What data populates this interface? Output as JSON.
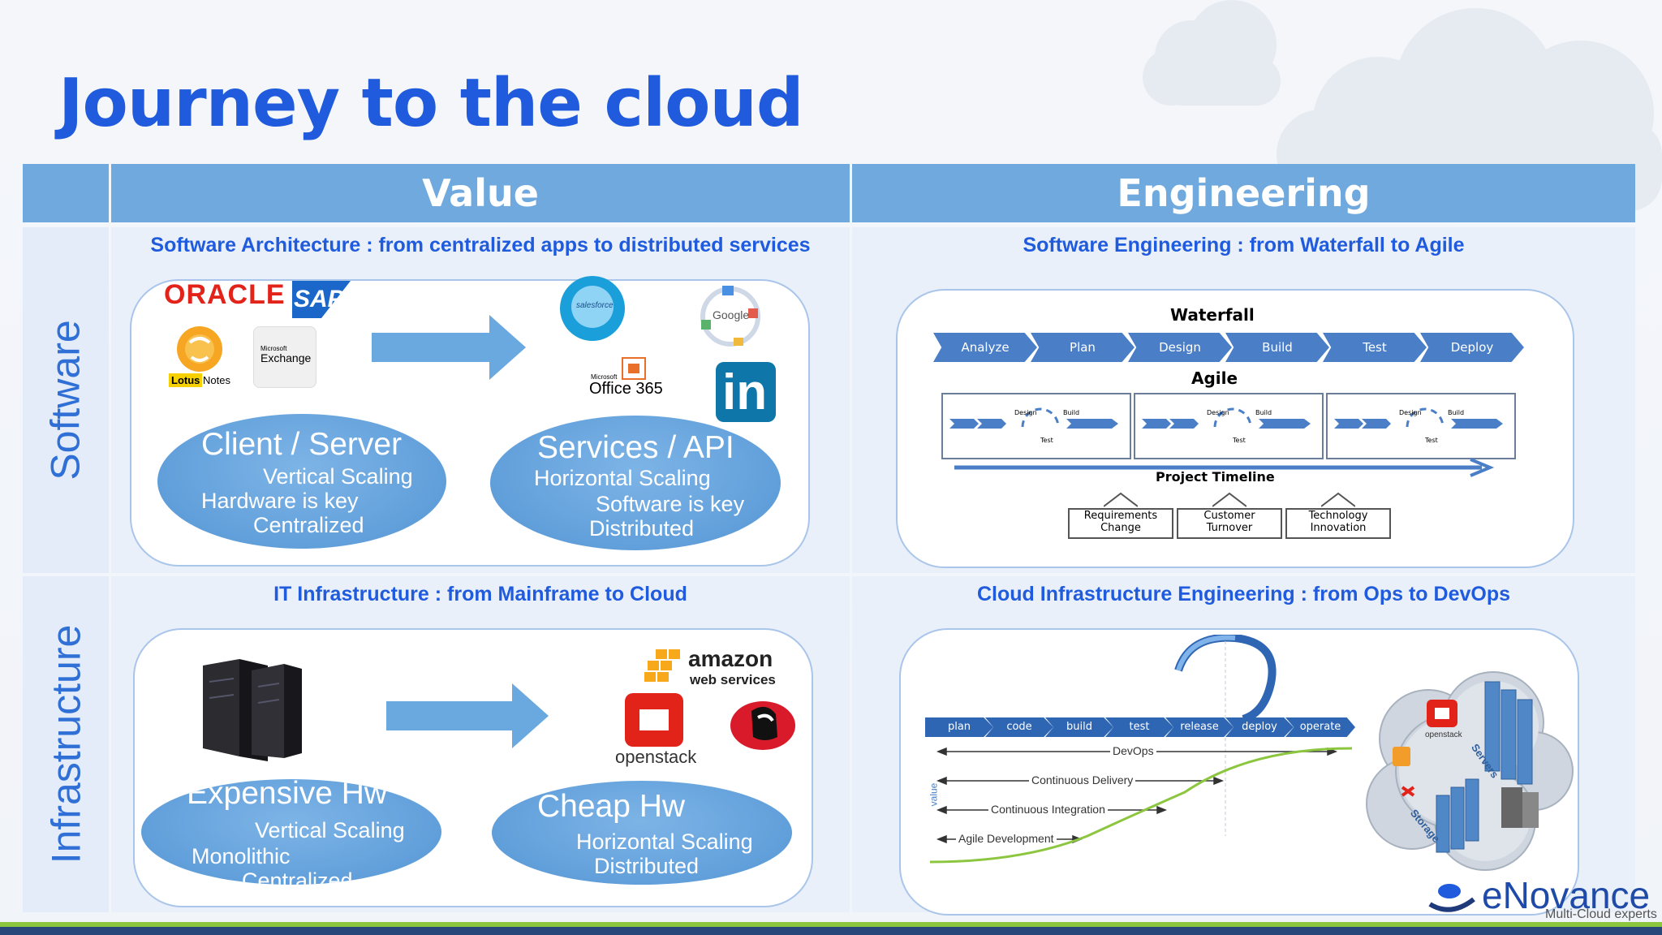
{
  "slide": {
    "title": "Journey to the cloud",
    "headers": {
      "value": "Value",
      "engineering": "Engineering"
    },
    "rows": {
      "software": "Software",
      "infrastructure": "Infrastructure"
    }
  },
  "software_value": {
    "subtitle": "Software Architecture : from centralized apps to distributed services",
    "logos": {
      "oracle": "ORACLE",
      "sap": "SAP",
      "lotus": "Lotus",
      "notes": "Notes",
      "ms_small": "Microsoft",
      "exchange": "Exchange",
      "salesforce": "salesforce",
      "google": "Google",
      "ms_small2": "Microsoft",
      "office": "Office 365",
      "linkedin": "in"
    },
    "left": {
      "title": "Client / Server",
      "l1": "Vertical Scaling",
      "l2": "Hardware is key",
      "l3": "Centralized"
    },
    "right": {
      "title": "Services / API",
      "l1": "Horizontal Scaling",
      "l2": "Software is key",
      "l3": "Distributed"
    }
  },
  "software_eng": {
    "subtitle": "Software Engineering : from Waterfall to Agile",
    "waterfall_title": "Waterfall",
    "steps": [
      "Analyze",
      "Plan",
      "Design",
      "Build",
      "Test",
      "Deploy"
    ],
    "agile_title": "Agile",
    "agile_mini": {
      "design": "Design",
      "build": "Build",
      "test": "Test"
    },
    "timeline": "Project Timeline",
    "drivers": [
      {
        "l1": "Requirements",
        "l2": "Change"
      },
      {
        "l1": "Customer",
        "l2": "Turnover"
      },
      {
        "l1": "Technology",
        "l2": "Innovation"
      }
    ]
  },
  "infra_value": {
    "subtitle": "IT Infrastructure : from Mainframe to Cloud",
    "logos": {
      "amazon": "amazon",
      "aws": "web services",
      "openstack": "openstack"
    },
    "left": {
      "title": "Expensive Hw",
      "l1": "Vertical Scaling",
      "l2": "Monolithic",
      "l3": "Centralized"
    },
    "right": {
      "title": "Cheap Hw",
      "l1": "Horizontal Scaling",
      "l2": "Distributed"
    }
  },
  "infra_eng": {
    "subtitle": "Cloud Infrastructure Engineering : from Ops to DevOps",
    "pipeline": [
      "plan",
      "code",
      "build",
      "test",
      "release",
      "deploy",
      "operate"
    ],
    "levels": [
      "DevOps",
      "Continuous Delivery",
      "Continuous Integration",
      "Agile Development"
    ],
    "axis": "value",
    "cloud_labels": {
      "openstack": "openstack",
      "servers": "Servers",
      "storage": "Storage"
    }
  },
  "brand": {
    "name": "eNovance",
    "tagline": "Multi-Cloud experts"
  },
  "colors": {
    "title": "#1f5bdc",
    "header": "#6fa9dd",
    "ellipse": "#5596d6",
    "green_bar": "#8cc63f",
    "navy_bar": "#27467a"
  }
}
